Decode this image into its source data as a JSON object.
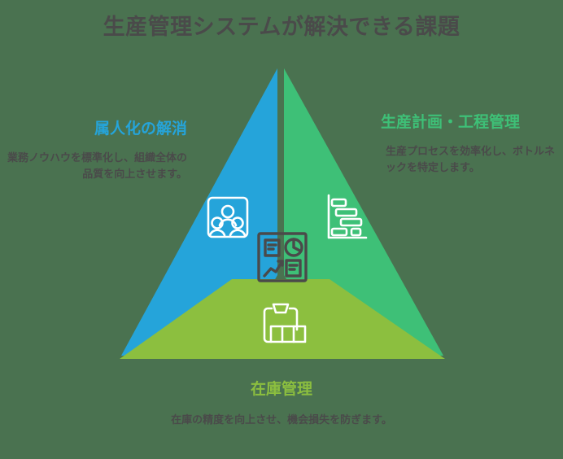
{
  "page": {
    "title": "生産管理システムが解決できる課題",
    "background_color": "#4a7250",
    "title_color": "#4a4a4a"
  },
  "diagram": {
    "type": "segmented-triangle",
    "center_icon_name": "dashboard-analytics-icon",
    "center_icon_color": "#4a4a4a",
    "segments": [
      {
        "id": "left",
        "position": "left",
        "heading": "属人化の解消",
        "body": "業務ノウハウを標準化し、組織全体の品質を向上させます。",
        "color": "#25a4da",
        "icon_name": "team-users-icon",
        "icon_color": "#ffffff"
      },
      {
        "id": "right",
        "position": "right",
        "heading": "生産計画・工程管理",
        "body": "生産プロセスを効率化し、ボトルネックを特定します。",
        "color": "#3ec077",
        "icon_name": "gantt-chart-icon",
        "icon_color": "#ffffff"
      },
      {
        "id": "bottom",
        "position": "bottom",
        "heading": "在庫管理",
        "body": "在庫の精度を向上させ、機会損失を防ぎます。",
        "color": "#8cbf3f",
        "icon_name": "clipboard-inventory-icon",
        "icon_color": "#ffffff"
      }
    ]
  }
}
